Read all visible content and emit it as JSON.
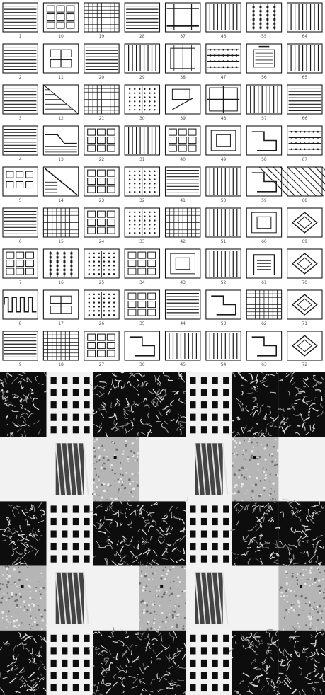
{
  "top_grid": {
    "rows": 9,
    "cols": 8,
    "ink": "#1a1a1a",
    "paper": "#ffffff",
    "patterns": [
      [
        "hlines",
        "hwin",
        "grid",
        "hlines",
        "tcol",
        "vlines",
        "vdots",
        "vlines"
      ],
      [
        "hlines",
        "box",
        "hlines",
        "vlines",
        "hollow",
        "dotrow",
        "cbox",
        "vlines"
      ],
      [
        "hlines",
        "diag",
        "grid",
        "dots",
        "boxline",
        "cross",
        "vlines",
        "hlines"
      ],
      [
        "hlines",
        "step",
        "hwin",
        "vlines",
        "hwin",
        "frame",
        "jig",
        "dotrow"
      ],
      [
        "squares",
        "diagline",
        "hwin",
        "dots",
        "hlines",
        "vlines",
        "jig",
        "diagstripe"
      ],
      [
        "hlines",
        "grid",
        "hwin",
        "dots",
        "grid",
        "vlines",
        "frame",
        "diamond"
      ],
      [
        "hwin",
        "vdots",
        "dots",
        "hwin",
        "frame",
        "vlines",
        "arch",
        "diamond"
      ],
      [
        "wave",
        "box",
        "dots",
        "hwin",
        "hlines",
        "jig",
        "grid",
        "diamond"
      ],
      [
        "hlines",
        "grid",
        "hwin",
        "jig",
        "vlines",
        "vlines",
        "jig",
        "diamond"
      ]
    ],
    "captions": [
      "1",
      "10",
      "19",
      "28",
      "37",
      "46",
      "55",
      "64",
      "2",
      "11",
      "20",
      "29",
      "38",
      "47",
      "56",
      "65",
      "3",
      "12",
      "21",
      "30",
      "39",
      "48",
      "57",
      "66",
      "4",
      "13",
      "22",
      "31",
      "40",
      "49",
      "58",
      "67",
      "5",
      "14",
      "23",
      "32",
      "41",
      "50",
      "59",
      "68",
      "6",
      "15",
      "24",
      "33",
      "42",
      "51",
      "60",
      "69",
      "7",
      "16",
      "25",
      "34",
      "43",
      "52",
      "61",
      "70",
      "8",
      "17",
      "26",
      "35",
      "44",
      "53",
      "62",
      "71",
      "9",
      "18",
      "27",
      "36",
      "45",
      "54",
      "63",
      "72"
    ]
  },
  "bottom_collage": {
    "rows": [
      [
        "tex",
        "dots",
        "tex",
        "tex",
        "dots",
        "tex",
        "tex"
      ],
      [
        "white",
        "stripe",
        "grey",
        "white",
        "stripe",
        "grey",
        "white"
      ],
      [
        "tex",
        "dots",
        "tex",
        "tex",
        "dots",
        "tex",
        "tex"
      ],
      [
        "grey",
        "stripe",
        "white",
        "grey",
        "stripe",
        "white",
        "grey"
      ],
      [
        "tex",
        "dots",
        "tex",
        "tex",
        "dots",
        "tex",
        "tex"
      ]
    ],
    "colors": {
      "black": "#0d0d0d",
      "grey": "#b5b5b5",
      "white": "#f2f2f2"
    }
  }
}
